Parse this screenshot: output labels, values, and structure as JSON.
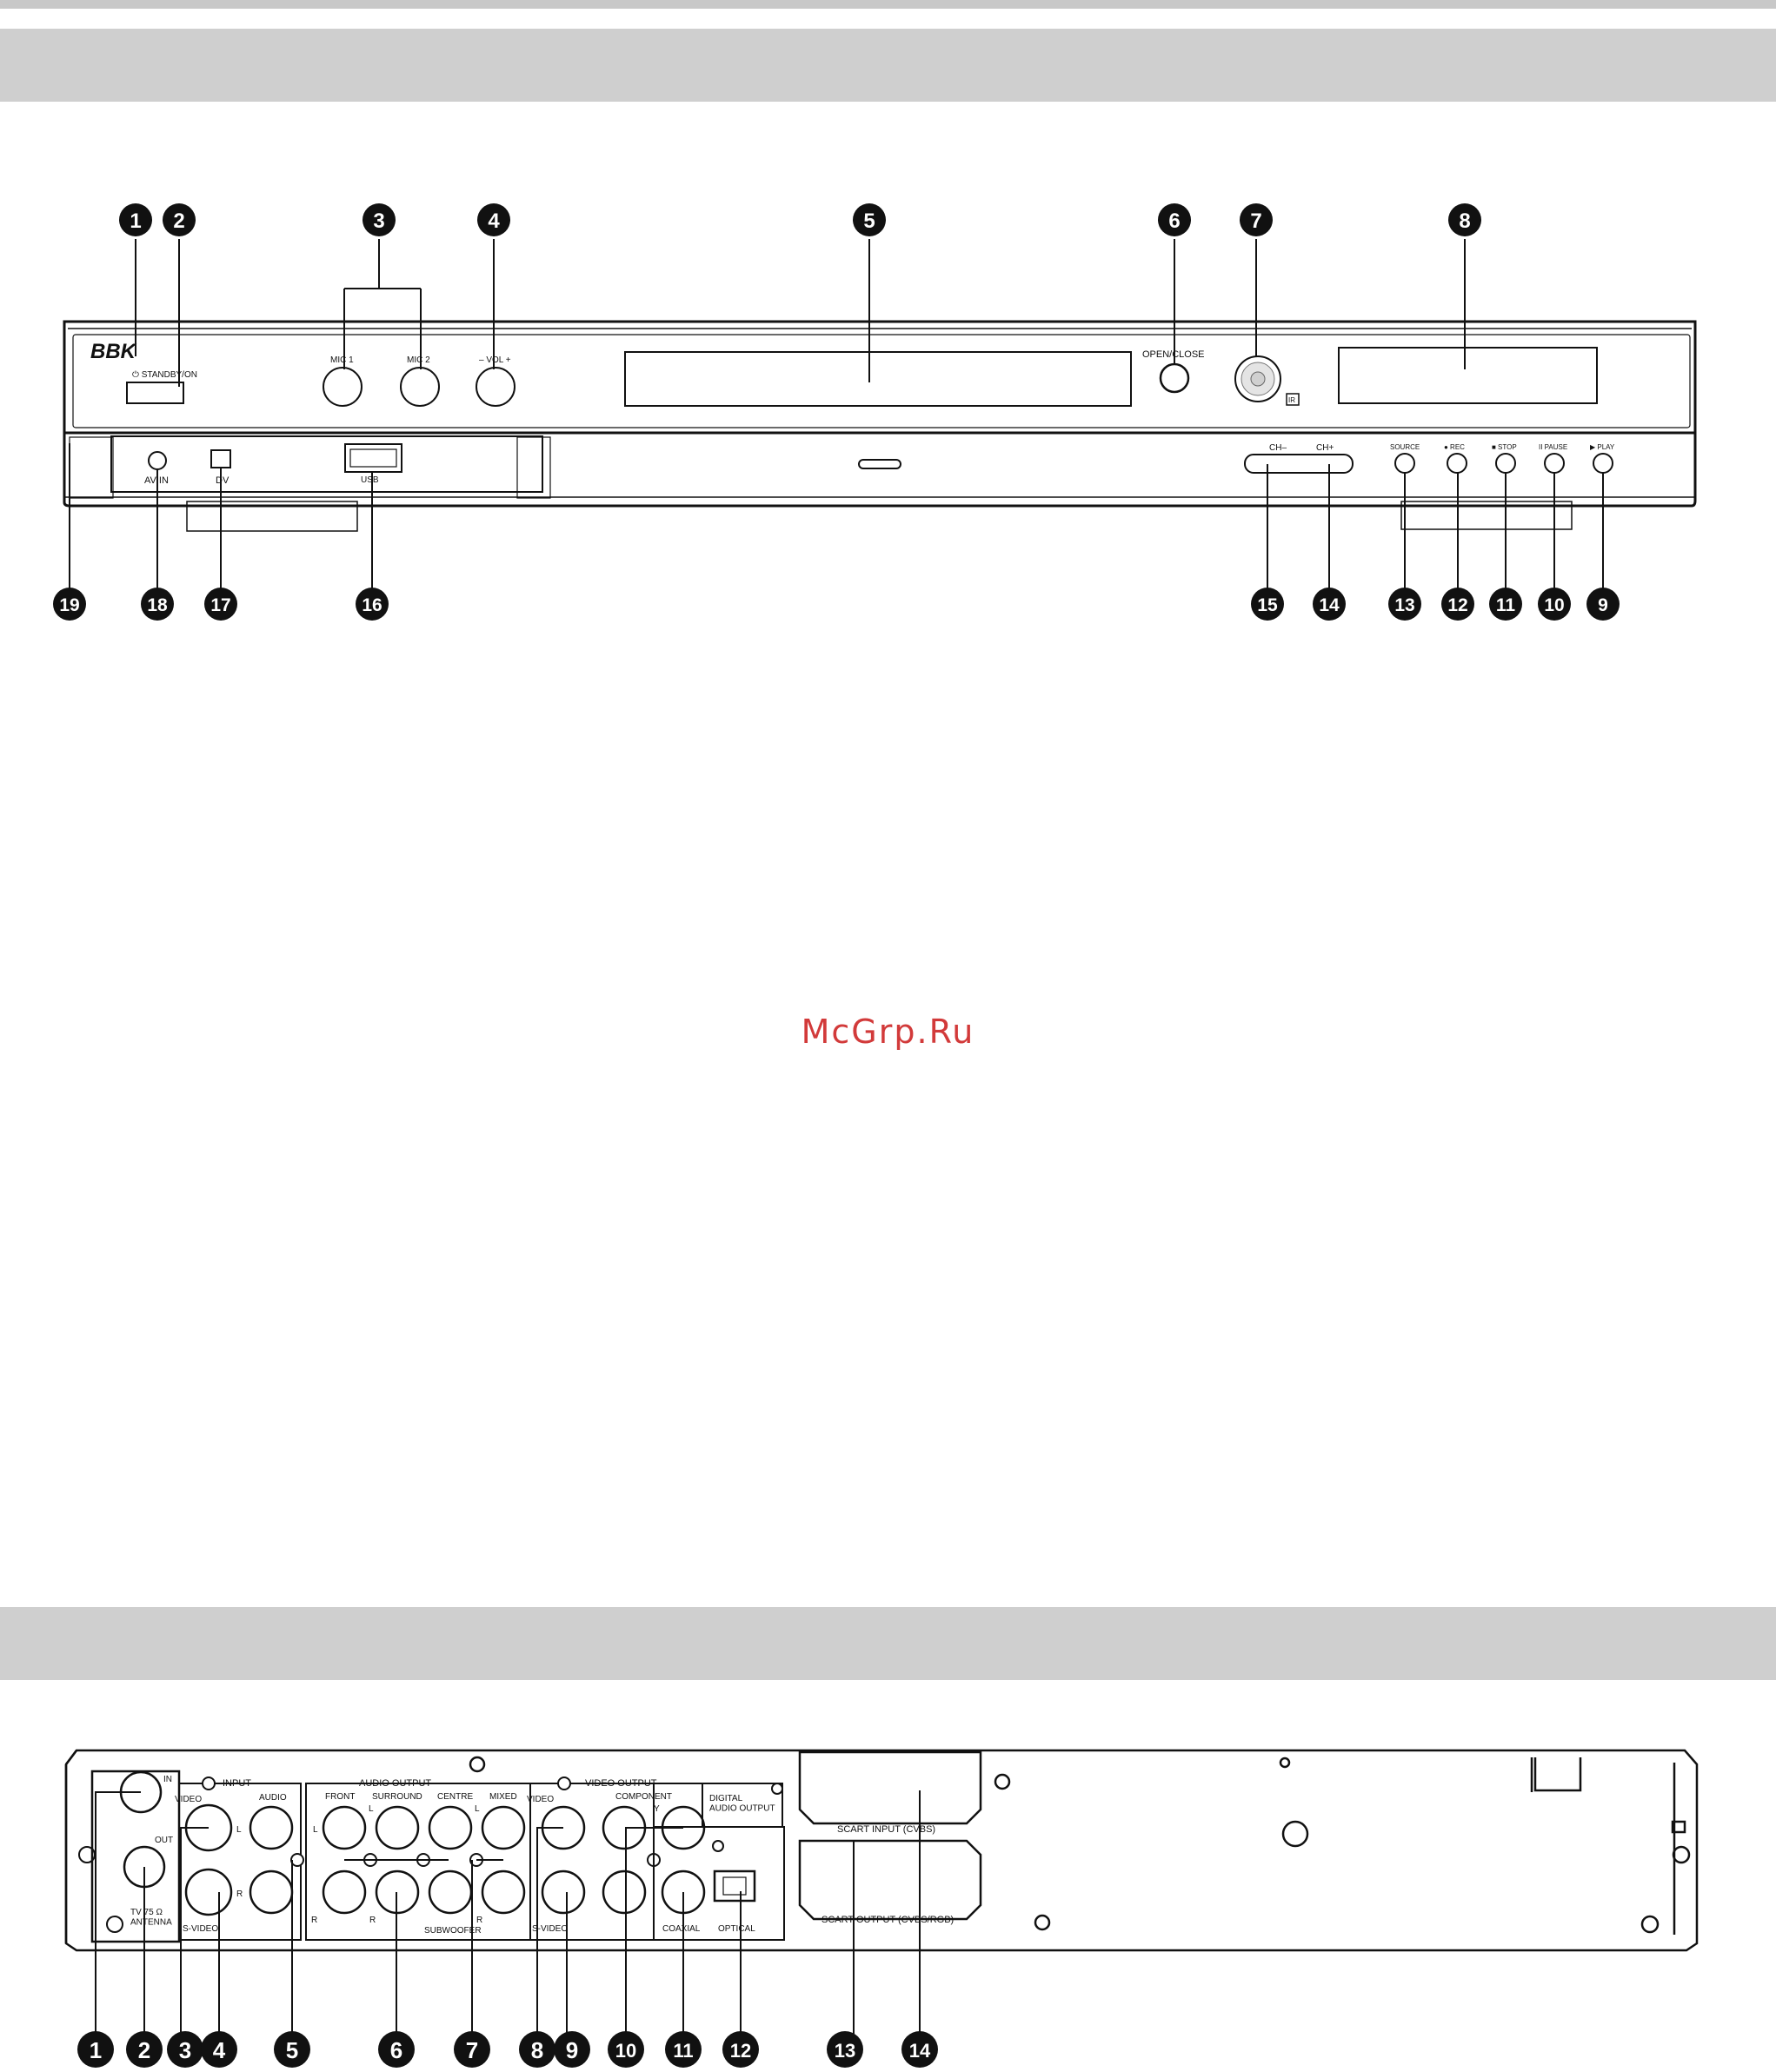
{
  "watermark": {
    "text": "McGrp.Ru",
    "color": "#d23a3a"
  },
  "front_panel": {
    "brand": "BBK",
    "labels": {
      "standby": "⏻ STANDBY/ON",
      "mic1": "MIC 1",
      "mic2": "MIC 2",
      "vol": "– VOL +",
      "open_close": "OPEN/CLOSE",
      "ir": "IR",
      "av_in": "AV IN",
      "dv": "DV",
      "usb": "USB",
      "ch_minus": "CH–",
      "ch_plus": "CH+",
      "source": "SOURCE",
      "rec": "● REC",
      "stop": "■ STOP",
      "pause": "II PAUSE",
      "play": "▶ PLAY"
    },
    "callouts_top": [
      "1",
      "2",
      "3",
      "4",
      "5",
      "6",
      "7",
      "8"
    ],
    "callouts_bottom": [
      "19",
      "18",
      "17",
      "16",
      "15",
      "14",
      "13",
      "12",
      "11",
      "10",
      "9"
    ]
  },
  "rear_panel": {
    "labels": {
      "in": "IN",
      "out": "OUT",
      "antenna": "TV 75 Ω\nANTENNA",
      "input": "INPUT",
      "video_in": "VIDEO",
      "audio_in": "AUDIO",
      "l1": "L",
      "r1": "R",
      "svideo_in": "S-VIDEO",
      "audio_output": "AUDIO  OUTPUT",
      "front": "FRONT",
      "surround": "SURROUND",
      "centre": "CENTRE",
      "mixed": "MIXED",
      "subwoofer": "SUBWOOFER",
      "l_a": "L",
      "l_b": "L",
      "l_c": "L",
      "r_a": "R",
      "r_b": "R",
      "r_c": "R",
      "video_output": "VIDEO  OUTPUT",
      "video_out": "VIDEO",
      "component": "COMPONENT",
      "y": "Y",
      "svideo_out": "S-VIDEO",
      "digital_audio": "DIGITAL\nAUDIO OUTPUT",
      "coaxial": "COAXIAL",
      "optical": "OPTICAL",
      "scart_input": "SCART INPUT (CVBS)",
      "scart_output": "SCART OUTPUT (CVBS/RGB)"
    },
    "callouts": [
      "1",
      "2",
      "3",
      "4",
      "5",
      "6",
      "7",
      "8",
      "9",
      "10",
      "11",
      "12",
      "13",
      "14"
    ]
  }
}
